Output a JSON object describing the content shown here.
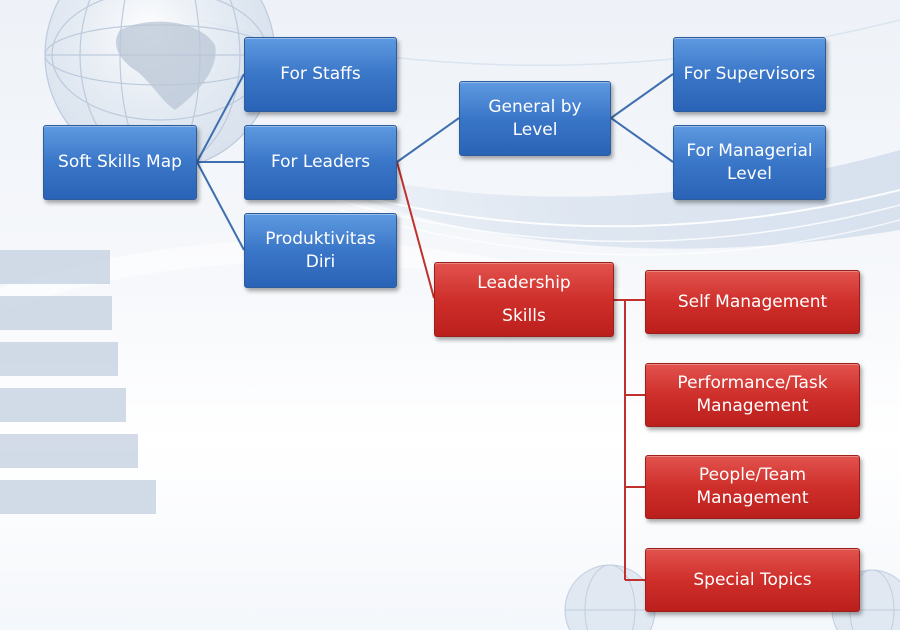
{
  "nodes": {
    "root": "Soft Skills Map",
    "staffs": "For Staffs",
    "leaders": "For Leaders",
    "produktivitas": "Produktivitas\nDiri",
    "general_by_level": "General by Level",
    "supervisors": "For Supervisors",
    "managerial": "For Managerial\nLevel",
    "leadership_skills": "Leadership\nSkills",
    "self_management": "Self Management",
    "performance_task": "Performance/Task\nManagement",
    "people_team": "People/Team\nManagement",
    "special_topics": "Special Topics"
  },
  "colors": {
    "blue_node": "#3a76c8",
    "red_node": "#cf2f2b",
    "connector_blue": "#3f6fb0",
    "connector_red": "#c0302c"
  }
}
